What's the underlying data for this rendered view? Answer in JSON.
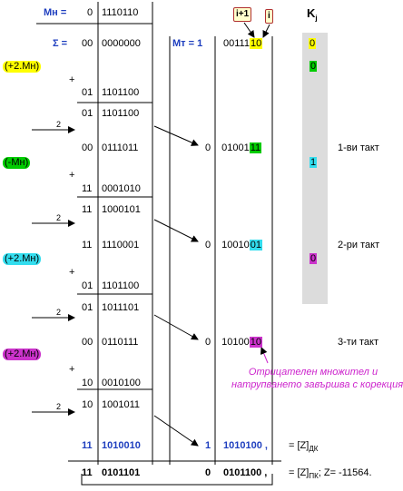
{
  "header": {
    "mn_label": "Мн =",
    "mn_sign": "0",
    "mn_value": "1110110",
    "sum_label": "Σ =",
    "sum_sign": "00",
    "sum_value": "0000000",
    "mt_label": "Мт = 1",
    "mt_value_a": "00111",
    "mt_value_b": "10",
    "tag_i1": "i+1",
    "tag_i": "i",
    "k_label": "K",
    "k_sub": "j",
    "k0": "0"
  },
  "labels": {
    "plus2mn": "+2.Мн",
    "minusmn": "-Мн",
    "plus": "+",
    "shift": "2"
  },
  "rows": [
    {
      "sign": "01",
      "value": "1101100"
    },
    {
      "sign": "01",
      "value": "1101100"
    },
    {
      "sign": "00",
      "value": "0111011"
    },
    {
      "sign": "11",
      "value": "0001010"
    },
    {
      "sign": "11",
      "value": "1000101"
    },
    {
      "sign": "11",
      "value": "1110001"
    },
    {
      "sign": "01",
      "value": "1101100"
    },
    {
      "sign": "01",
      "value": "1011101"
    },
    {
      "sign": "00",
      "value": "0110111"
    },
    {
      "sign": "10",
      "value": "0010100"
    },
    {
      "sign": "10",
      "value": "1001011"
    }
  ],
  "mt_rows": [
    {
      "sign": "0",
      "a": "01001",
      "b": "11"
    },
    {
      "sign": "0",
      "a": "10010",
      "b": "01"
    },
    {
      "sign": "0",
      "a": "10100",
      "b": "10"
    }
  ],
  "k_values": [
    "0",
    "1",
    "0"
  ],
  "tacts": [
    "1-ви такт",
    "2-ри такт",
    "3-ти такт"
  ],
  "note_line1": "Отрицателен множител и",
  "note_line2": "натрупването завършва с корекция!",
  "result_dk": {
    "sign": "11",
    "value": "1010010",
    "mt_sign": "1",
    "mt_value": "1010100 ,",
    "label": "= [Z]",
    "sub": "ДК"
  },
  "result_pk": {
    "sign": "11",
    "value": "0101101",
    "mt_sign": "0",
    "mt_value": "0101100 ,",
    "label": "= [Z]",
    "sub": "ПК",
    "z": "; Z= -11564."
  },
  "colors": {
    "yellow": "#ffff00",
    "green": "#00cc00",
    "cyan": "#33ddee",
    "magenta": "#cc33cc",
    "blue": "#1f3fbf",
    "note": "#cc22cc"
  }
}
